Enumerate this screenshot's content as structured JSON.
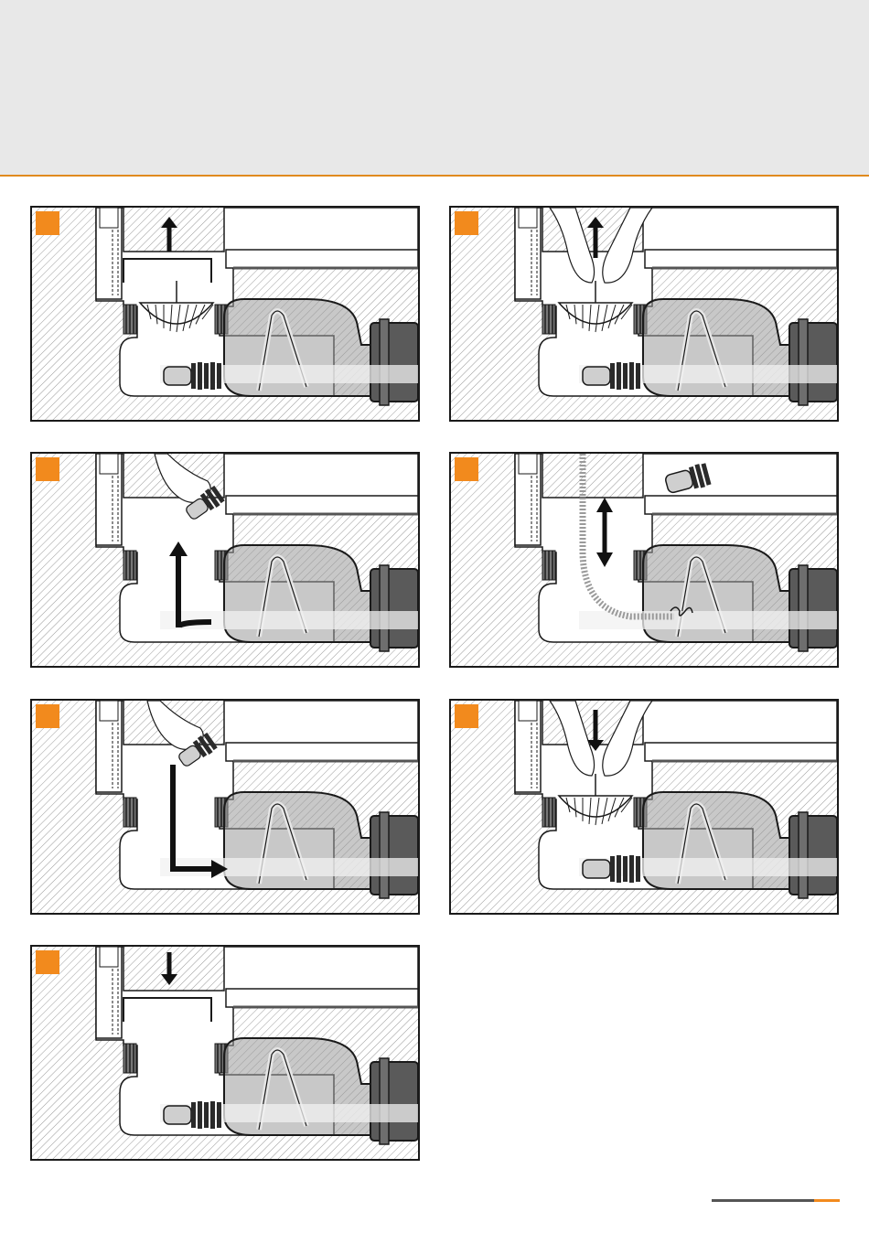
{
  "page": {
    "header_band": true
  },
  "colors": {
    "accent": "#f28a1d",
    "header_bg": "#e8e8e8",
    "header_rule": "#e08a1e",
    "outline": "#1a1a1a",
    "pipe_grey": "#6e6e6e"
  },
  "steps": [
    {
      "name": "step-1",
      "action": "lift-grate",
      "arrow": "up"
    },
    {
      "name": "step-2",
      "action": "remove-strainer",
      "arrow": "up"
    },
    {
      "name": "step-3",
      "action": "remove-odour-trap-plug",
      "arrow": "up-curved"
    },
    {
      "name": "step-4",
      "action": "clean-pipe-with-spiral",
      "arrow": "double"
    },
    {
      "name": "step-5",
      "action": "insert-odour-trap-plug",
      "arrow": "down-curved"
    },
    {
      "name": "step-6",
      "action": "insert-strainer",
      "arrow": "down"
    },
    {
      "name": "step-7",
      "action": "replace-grate",
      "arrow": "down"
    }
  ],
  "footer": {
    "accent_bar": true
  }
}
